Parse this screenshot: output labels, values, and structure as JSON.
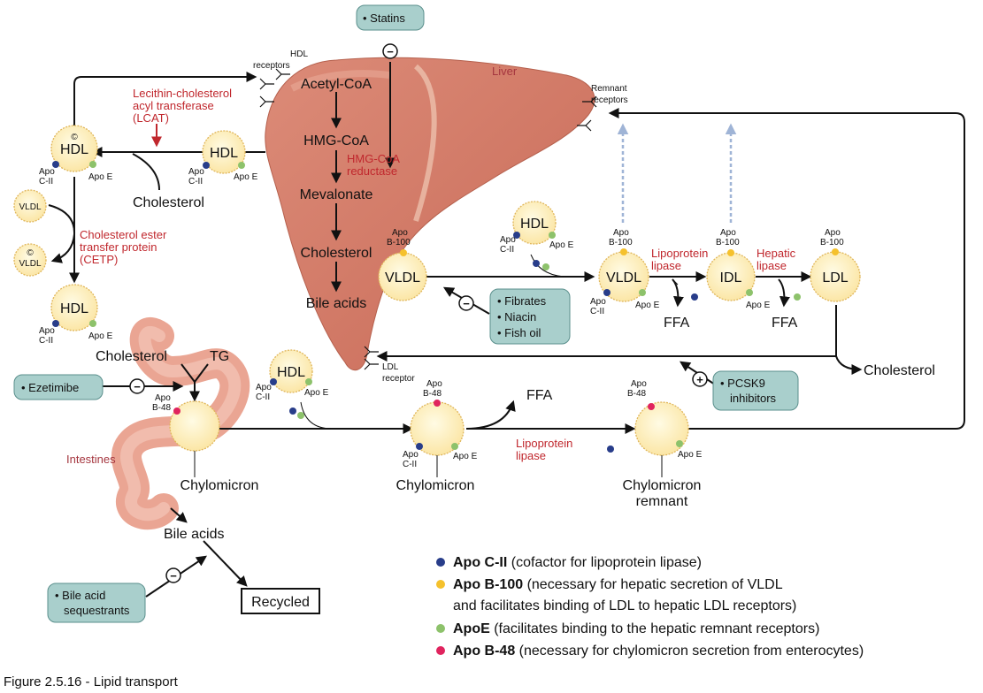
{
  "figure_caption": "Figure 2.5.16 - Lipid transport",
  "drugs": {
    "statins": "• Statins",
    "ezetimibe": "• Ezetimibe",
    "fibrates": "• Fibrates",
    "niacin": "• Niacin",
    "fish_oil": "• Fish oil",
    "pcsk9_line1": "• PCSK9",
    "pcsk9_line2": "inhibitors",
    "bile_seq_line1": "• Bile acid",
    "bile_seq_line2": "sequestrants"
  },
  "organs": {
    "liver": "Liver",
    "intestines": "Intestines"
  },
  "liver_pathway": [
    "Acetyl-CoA",
    "HMG-CoA",
    "Mevalonate",
    "Cholesterol",
    "Bile acids"
  ],
  "enzymes": {
    "hmg_line1": "HMG-CoA",
    "hmg_line2": "reductase",
    "lcat_line1": "Lecithin-cholesterol",
    "lcat_line2": "acyl transferase",
    "lcat_line3": "(LCAT)",
    "cetp_line1": "Cholesterol ester",
    "cetp_line2": "transfer protein",
    "cetp_line3": "(CETP)",
    "lpl_line1": "Lipoprotein",
    "lpl_line2": "lipase",
    "hepatic_line1": "Hepatic",
    "hepatic_line2": "lipase"
  },
  "receptors": {
    "hdl_line1": "HDL",
    "hdl_line2": "receptors",
    "remnant_line1": "Remnant",
    "remnant_line2": "receptors",
    "ldl_line1": "LDL",
    "ldl_line2": "receptor"
  },
  "particles": {
    "hdl": "HDL",
    "vldl": "VLDL",
    "idl": "IDL",
    "ldl": "LDL",
    "chylomicron": "Chylomicron",
    "chylo_remnant_line1": "Chylomicron",
    "chylo_remnant_line2": "remnant",
    "mature_mark": "©"
  },
  "apo": {
    "apo": "Apo",
    "c2": "C-II",
    "e": "Apo E",
    "b100": "B-100",
    "b48": "B-48"
  },
  "labels": {
    "cholesterol": "Cholesterol",
    "tg": "TG",
    "ffa": "FFA",
    "bile_acids": "Bile acids",
    "recycled": "Recycled",
    "cholesterol_out": "Cholesterol"
  },
  "legend": [
    {
      "name": "Apo C-II",
      "desc": " (cofactor for lipoprotein lipase)",
      "color": "#283d8a"
    },
    {
      "name": "Apo B-100",
      "desc": " (necessary for hepatic secretion of VLDL",
      "desc2": "and facilitates binding of LDL to hepatic LDL receptors)",
      "color": "#f5c12d"
    },
    {
      "name": "ApoE",
      "desc": " (facilitates binding to the hepatic remnant receptors)",
      "color": "#8dc26b"
    },
    {
      "name": "Apo B-48",
      "desc": " (necessary for chylomicron secretion from enterocytes)",
      "color": "#e0245e"
    }
  ],
  "signs": {
    "minus": "−",
    "plus": "+"
  }
}
